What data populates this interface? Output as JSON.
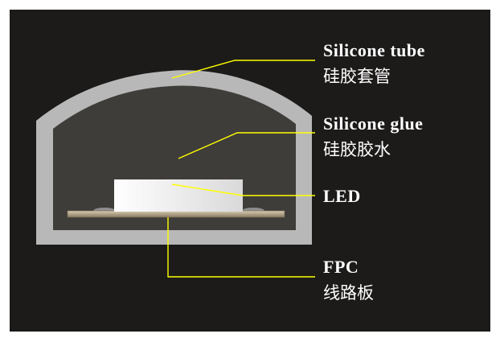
{
  "labels": {
    "silicone_tube": {
      "en": "Silicone tube",
      "zh": "硅胶套管"
    },
    "silicone_glue": {
      "en": "Silicone glue",
      "zh": "硅胶胶水"
    },
    "led": {
      "en": "LED"
    },
    "fpc": {
      "en": "FPC",
      "zh": "线路板"
    }
  },
  "colors": {
    "frame": "#000000",
    "background": "#1c1b1a",
    "tube": "#b8b8b8",
    "glue": "#3f3d3a",
    "led": "#f2f2f2",
    "fpc": "#b9a98c",
    "leader_line": "#ffff00",
    "label_text": "#ffffff"
  }
}
